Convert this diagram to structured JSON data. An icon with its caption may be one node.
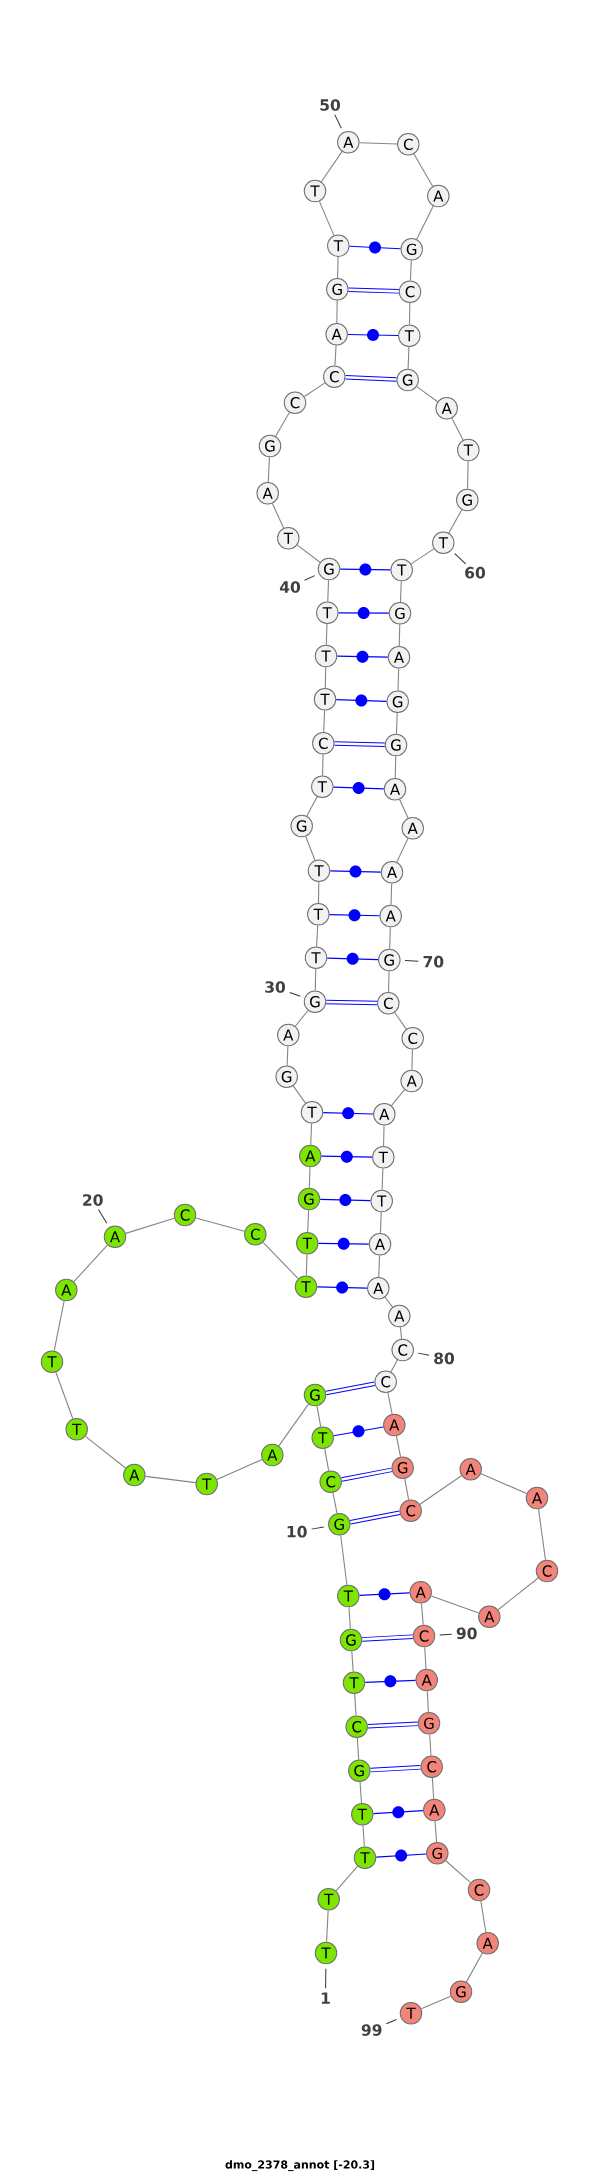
{
  "diagram": {
    "caption": "dmo_2378_annot [-20.3]",
    "nodes": [
      {
        "text": [
          "T"
        ]
      },
      {
        "text": [
          "T"
        ]
      },
      {
        "text": [
          "T"
        ]
      },
      {
        "text": [
          "T"
        ]
      },
      {
        "text": [
          "G"
        ]
      },
      {
        "text": [
          "C"
        ]
      },
      {
        "text": [
          "T"
        ]
      },
      {
        "text": [
          "G"
        ]
      },
      {
        "text": [
          "T"
        ]
      },
      {
        "text": [
          "G"
        ]
      },
      {
        "text": [
          "C"
        ]
      },
      {
        "text": [
          "T"
        ]
      },
      {
        "text": [
          "G"
        ]
      },
      {
        "text": [
          "A"
        ]
      },
      {
        "text": [
          "T"
        ]
      },
      {
        "text": [
          "A"
        ]
      },
      {
        "text": [
          "T"
        ]
      },
      {
        "text": [
          "T"
        ]
      },
      {
        "text": [
          "A"
        ]
      },
      {
        "text": [
          "A"
        ]
      },
      {
        "text": [
          "C"
        ]
      },
      {
        "text": [
          "C"
        ]
      },
      {
        "text": [
          "T"
        ]
      },
      {
        "text": [
          "T"
        ]
      },
      {
        "text": [
          "G"
        ]
      },
      {
        "text": [
          "A"
        ]
      },
      {
        "text": [
          "T"
        ]
      },
      {
        "text": [
          "G"
        ]
      },
      {
        "text": [
          "A"
        ]
      },
      {
        "text": [
          "G"
        ]
      },
      {
        "text": [
          "T"
        ]
      },
      {
        "text": [
          "T"
        ]
      },
      {
        "text": [
          "T"
        ]
      },
      {
        "text": [
          "G"
        ]
      },
      {
        "text": [
          "T"
        ]
      },
      {
        "text": [
          "C"
        ]
      },
      {
        "text": [
          "T"
        ]
      },
      {
        "text": [
          "T"
        ]
      },
      {
        "text": [
          "T"
        ]
      },
      {
        "text": [
          "G"
        ]
      },
      {
        "text": [
          "T"
        ]
      },
      {
        "text": [
          "A"
        ]
      },
      {
        "text": [
          "G"
        ]
      },
      {
        "text": [
          "C"
        ]
      },
      {
        "text": [
          "C"
        ]
      },
      {
        "text": [
          "A"
        ]
      },
      {
        "text": [
          "G"
        ]
      },
      {
        "text": [
          "T"
        ]
      },
      {
        "text": [
          "T"
        ]
      },
      {
        "text": [
          "A"
        ]
      },
      {
        "text": [
          "C"
        ]
      },
      {
        "text": [
          "A"
        ]
      },
      {
        "text": [
          "G"
        ]
      },
      {
        "text": [
          "C"
        ]
      },
      {
        "text": [
          "T"
        ]
      },
      {
        "text": [
          "G"
        ]
      },
      {
        "text": [
          "A"
        ]
      },
      {
        "text": [
          "T"
        ]
      },
      {
        "text": [
          "G"
        ]
      },
      {
        "text": [
          "T"
        ]
      },
      {
        "text": [
          "T"
        ]
      },
      {
        "text": [
          "G"
        ]
      },
      {
        "text": [
          "A"
        ]
      },
      {
        "text": [
          "G"
        ]
      },
      {
        "text": [
          "G"
        ]
      },
      {
        "text": [
          "A"
        ]
      },
      {
        "text": [
          "A"
        ]
      },
      {
        "text": [
          "A"
        ]
      },
      {
        "text": [
          "A"
        ]
      },
      {
        "text": [
          "G"
        ]
      },
      {
        "text": [
          "C"
        ]
      },
      {
        "text": [
          "C"
        ]
      },
      {
        "text": [
          "A"
        ]
      },
      {
        "text": [
          "A"
        ]
      },
      {
        "text": [
          "T"
        ]
      },
      {
        "text": [
          "T"
        ]
      },
      {
        "text": [
          "A"
        ]
      },
      {
        "text": [
          "A"
        ]
      },
      {
        "text": [
          "A"
        ]
      },
      {
        "text": [
          "C"
        ]
      },
      {
        "text": [
          "C"
        ]
      },
      {
        "text": [
          "A"
        ]
      },
      {
        "text": [
          "G"
        ]
      },
      {
        "text": [
          "C"
        ]
      },
      {
        "text": [
          "A"
        ]
      },
      {
        "text": [
          "A"
        ]
      },
      {
        "text": [
          "C"
        ]
      },
      {
        "text": [
          "A"
        ]
      },
      {
        "text": [
          "A"
        ]
      },
      {
        "text": [
          "C"
        ]
      },
      {
        "text": [
          "A"
        ]
      },
      {
        "text": [
          "G"
        ]
      },
      {
        "text": [
          "C"
        ]
      },
      {
        "text": [
          "A"
        ]
      },
      {
        "text": [
          "G"
        ]
      },
      {
        "text": [
          "C"
        ]
      },
      {
        "text": [
          "A"
        ]
      },
      {
        "text": [
          "G"
        ]
      },
      {
        "text": [
          "T"
        ]
      },
      {
        "text": [
          "1"
        ]
      },
      {
        "text": [
          "10"
        ]
      },
      {
        "text": [
          "20"
        ]
      },
      {
        "text": [
          "30"
        ]
      },
      {
        "text": [
          "40"
        ]
      },
      {
        "text": [
          "50"
        ]
      },
      {
        "text": [
          "60"
        ]
      },
      {
        "text": [
          "70"
        ]
      },
      {
        "text": [
          "80"
        ]
      },
      {
        "text": [
          "90"
        ]
      },
      {
        "text": [
          "99"
        ]
      }
    ],
    "edges": [
      {
        "from": 0,
        "to": 1,
        "arrow": "none"
      },
      {
        "from": 1,
        "to": 2,
        "arrow": "none"
      },
      {
        "from": 2,
        "to": 3,
        "arrow": "none"
      },
      {
        "from": 3,
        "to": 4,
        "arrow": "none"
      },
      {
        "from": 4,
        "to": 5,
        "arrow": "none"
      },
      {
        "from": 5,
        "to": 6,
        "arrow": "none"
      },
      {
        "from": 6,
        "to": 7,
        "arrow": "none"
      },
      {
        "from": 7,
        "to": 8,
        "arrow": "none"
      },
      {
        "from": 8,
        "to": 9,
        "arrow": "none"
      },
      {
        "from": 9,
        "to": 10,
        "arrow": "none"
      },
      {
        "from": 10,
        "to": 11,
        "arrow": "none"
      },
      {
        "from": 11,
        "to": 12,
        "arrow": "none"
      },
      {
        "from": 12,
        "to": 13,
        "arrow": "none"
      },
      {
        "from": 13,
        "to": 14,
        "arrow": "none"
      },
      {
        "from": 14,
        "to": 15,
        "arrow": "none"
      },
      {
        "from": 15,
        "to": 16,
        "arrow": "none"
      },
      {
        "from": 16,
        "to": 17,
        "arrow": "none"
      },
      {
        "from": 17,
        "to": 18,
        "arrow": "none"
      },
      {
        "from": 18,
        "to": 19,
        "arrow": "none"
      },
      {
        "from": 19,
        "to": 20,
        "arrow": "none"
      },
      {
        "from": 20,
        "to": 21,
        "arrow": "none"
      },
      {
        "from": 21,
        "to": 22,
        "arrow": "none"
      },
      {
        "from": 22,
        "to": 23,
        "arrow": "none"
      },
      {
        "from": 23,
        "to": 24,
        "arrow": "none"
      },
      {
        "from": 24,
        "to": 25,
        "arrow": "none"
      },
      {
        "from": 25,
        "to": 26,
        "arrow": "none"
      },
      {
        "from": 26,
        "to": 27,
        "arrow": "none"
      },
      {
        "from": 27,
        "to": 28,
        "arrow": "none"
      },
      {
        "from": 28,
        "to": 29,
        "arrow": "none"
      },
      {
        "from": 29,
        "to": 30,
        "arrow": "none"
      },
      {
        "from": 30,
        "to": 31,
        "arrow": "none"
      },
      {
        "from": 31,
        "to": 32,
        "arrow": "none"
      },
      {
        "from": 32,
        "to": 33,
        "arrow": "none"
      },
      {
        "from": 33,
        "to": 34,
        "arrow": "none"
      },
      {
        "from": 34,
        "to": 35,
        "arrow": "none"
      },
      {
        "from": 35,
        "to": 36,
        "arrow": "none"
      },
      {
        "from": 36,
        "to": 37,
        "arrow": "none"
      },
      {
        "from": 37,
        "to": 38,
        "arrow": "none"
      },
      {
        "from": 38,
        "to": 39,
        "arrow": "none"
      },
      {
        "from": 39,
        "to": 40,
        "arrow": "none"
      },
      {
        "from": 40,
        "to": 41,
        "arrow": "none"
      },
      {
        "from": 41,
        "to": 42,
        "arrow": "none"
      },
      {
        "from": 42,
        "to": 43,
        "arrow": "none"
      },
      {
        "from": 43,
        "to": 44,
        "arrow": "none"
      },
      {
        "from": 44,
        "to": 45,
        "arrow": "none"
      },
      {
        "from": 45,
        "to": 46,
        "arrow": "none"
      },
      {
        "from": 46,
        "to": 47,
        "arrow": "none"
      },
      {
        "from": 47,
        "to": 48,
        "arrow": "none"
      },
      {
        "from": 48,
        "to": 49,
        "arrow": "none"
      },
      {
        "from": 49,
        "to": 50,
        "arrow": "none"
      },
      {
        "from": 50,
        "to": 51,
        "arrow": "none"
      },
      {
        "from": 51,
        "to": 52,
        "arrow": "none"
      },
      {
        "from": 52,
        "to": 53,
        "arrow": "none"
      },
      {
        "from": 53,
        "to": 54,
        "arrow": "none"
      },
      {
        "from": 54,
        "to": 55,
        "arrow": "none"
      },
      {
        "from": 55,
        "to": 56,
        "arrow": "none"
      },
      {
        "from": 56,
        "to": 57,
        "arrow": "none"
      },
      {
        "from": 57,
        "to": 58,
        "arrow": "none"
      },
      {
        "from": 58,
        "to": 59,
        "arrow": "none"
      },
      {
        "from": 59,
        "to": 60,
        "arrow": "none"
      },
      {
        "from": 60,
        "to": 61,
        "arrow": "none"
      },
      {
        "from": 61,
        "to": 62,
        "arrow": "none"
      },
      {
        "from": 62,
        "to": 63,
        "arrow": "none"
      },
      {
        "from": 63,
        "to": 64,
        "arrow": "none"
      },
      {
        "from": 64,
        "to": 65,
        "arrow": "none"
      },
      {
        "from": 65,
        "to": 66,
        "arrow": "none"
      },
      {
        "from": 66,
        "to": 67,
        "arrow": "none"
      },
      {
        "from": 67,
        "to": 68,
        "arrow": "none"
      },
      {
        "from": 68,
        "to": 69,
        "arrow": "none"
      },
      {
        "from": 69,
        "to": 70,
        "arrow": "none"
      },
      {
        "from": 70,
        "to": 71,
        "arrow": "none"
      },
      {
        "from": 71,
        "to": 72,
        "arrow": "none"
      },
      {
        "from": 72,
        "to": 73,
        "arrow": "none"
      },
      {
        "from": 73,
        "to": 74,
        "arrow": "none"
      },
      {
        "from": 74,
        "to": 75,
        "arrow": "none"
      },
      {
        "from": 75,
        "to": 76,
        "arrow": "none"
      },
      {
        "from": 76,
        "to": 77,
        "arrow": "none"
      },
      {
        "from": 77,
        "to": 78,
        "arrow": "none"
      },
      {
        "from": 78,
        "to": 79,
        "arrow": "none"
      },
      {
        "from": 79,
        "to": 80,
        "arrow": "none"
      },
      {
        "from": 80,
        "to": 81,
        "arrow": "none"
      },
      {
        "from": 81,
        "to": 82,
        "arrow": "none"
      },
      {
        "from": 82,
        "to": 83,
        "arrow": "none"
      },
      {
        "from": 83,
        "to": 84,
        "arrow": "none"
      },
      {
        "from": 84,
        "to": 85,
        "arrow": "none"
      },
      {
        "from": 85,
        "to": 86,
        "arrow": "none"
      },
      {
        "from": 86,
        "to": 87,
        "arrow": "none"
      },
      {
        "from": 87,
        "to": 88,
        "arrow": "none"
      },
      {
        "from": 88,
        "to": 89,
        "arrow": "none"
      },
      {
        "from": 89,
        "to": 90,
        "arrow": "none"
      },
      {
        "from": 90,
        "to": 91,
        "arrow": "none"
      },
      {
        "from": 91,
        "to": 92,
        "arrow": "none"
      },
      {
        "from": 92,
        "to": 93,
        "arrow": "none"
      },
      {
        "from": 93,
        "to": 94,
        "arrow": "none"
      },
      {
        "from": 94,
        "to": 95,
        "arrow": "none"
      },
      {
        "from": 95,
        "to": 96,
        "arrow": "none"
      },
      {
        "from": 96,
        "to": 97,
        "arrow": "none"
      },
      {
        "from": 97,
        "to": 98,
        "arrow": "none"
      },
      {
        "from": 47,
        "to": 52,
        "arrow": "none",
        "color": "#0000ff"
      },
      {
        "from": 46,
        "to": 53,
        "arrow": "none",
        "color": "#0000ff",
        "style": "thick"
      },
      {
        "from": 45,
        "to": 54,
        "arrow": "none",
        "color": "#0000ff"
      },
      {
        "from": 44,
        "to": 55,
        "arrow": "none",
        "color": "#0000ff",
        "style": "thick"
      },
      {
        "from": 39,
        "to": 60,
        "arrow": "none",
        "color": "#0000ff"
      },
      {
        "from": 38,
        "to": 61,
        "arrow": "none",
        "color": "#0000ff"
      },
      {
        "from": 37,
        "to": 62,
        "arrow": "none",
        "color": "#0000ff"
      },
      {
        "from": 36,
        "to": 63,
        "arrow": "none",
        "color": "#0000ff"
      },
      {
        "from": 35,
        "to": 64,
        "arrow": "none",
        "color": "#0000ff",
        "style": "thick"
      },
      {
        "from": 34,
        "to": 65,
        "arrow": "none",
        "color": "#0000ff"
      },
      {
        "from": 32,
        "to": 67,
        "arrow": "none",
        "color": "#0000ff"
      },
      {
        "from": 31,
        "to": 68,
        "arrow": "none",
        "color": "#0000ff"
      },
      {
        "from": 30,
        "to": 69,
        "arrow": "none",
        "color": "#0000ff"
      },
      {
        "from": 29,
        "to": 70,
        "arrow": "none",
        "color": "#0000ff",
        "style": "thick"
      },
      {
        "from": 26,
        "to": 73,
        "arrow": "none",
        "color": "#0000ff"
      },
      {
        "from": 25,
        "to": 74,
        "arrow": "none",
        "color": "#0000ff"
      },
      {
        "from": 24,
        "to": 75,
        "arrow": "none",
        "color": "#0000ff"
      },
      {
        "from": 23,
        "to": 76,
        "arrow": "none",
        "color": "#0000ff"
      },
      {
        "from": 22,
        "to": 77,
        "arrow": "none",
        "color": "#0000ff"
      },
      {
        "from": 12,
        "to": 80,
        "arrow": "none",
        "color": "#0000ff",
        "style": "thick"
      },
      {
        "from": 11,
        "to": 81,
        "arrow": "none",
        "color": "#0000ff"
      },
      {
        "from": 10,
        "to": 82,
        "arrow": "none",
        "color": "#0000ff",
        "style": "thick"
      },
      {
        "from": 9,
        "to": 83,
        "arrow": "none",
        "color": "#0000ff",
        "style": "thick"
      },
      {
        "from": 8,
        "to": 88,
        "arrow": "none",
        "color": "#0000ff"
      },
      {
        "from": 7,
        "to": 89,
        "arrow": "none",
        "color": "#0000ff",
        "style": "thick"
      },
      {
        "from": 6,
        "to": 90,
        "arrow": "none",
        "color": "#0000ff"
      },
      {
        "from": 5,
        "to": 91,
        "arrow": "none",
        "color": "#0000ff",
        "style": "thick"
      },
      {
        "from": 4,
        "to": 92,
        "arrow": "none",
        "color": "#0000ff",
        "style": "thick"
      },
      {
        "from": 3,
        "to": 93,
        "arrow": "none",
        "color": "#0000ff"
      },
      {
        "from": 2,
        "to": 94,
        "arrow": "none",
        "color": "#0000ff"
      },
      {
        "from": 99,
        "to": 0,
        "arrow": "none",
        "color": "#333333"
      },
      {
        "from": 100,
        "to": 9,
        "arrow": "none",
        "color": "#333333"
      },
      {
        "from": 101,
        "to": 19,
        "arrow": "none",
        "color": "#333333"
      },
      {
        "from": 102,
        "to": 29,
        "arrow": "none",
        "color": "#333333"
      },
      {
        "from": 103,
        "to": 39,
        "arrow": "none",
        "color": "#333333"
      },
      {
        "from": 104,
        "to": 49,
        "arrow": "none",
        "color": "#333333"
      },
      {
        "from": 105,
        "to": 59,
        "arrow": "none",
        "color": "#333333"
      },
      {
        "from": 106,
        "to": 69,
        "arrow": "none",
        "color": "#333333"
      },
      {
        "from": 107,
        "to": 79,
        "arrow": "none",
        "color": "#333333"
      },
      {
        "from": 108,
        "to": 89,
        "arrow": "none",
        "color": "#333333"
      },
      {
        "from": 109,
        "to": 98,
        "arrow": "none",
        "color": "#333333"
      }
    ]
  }
}
